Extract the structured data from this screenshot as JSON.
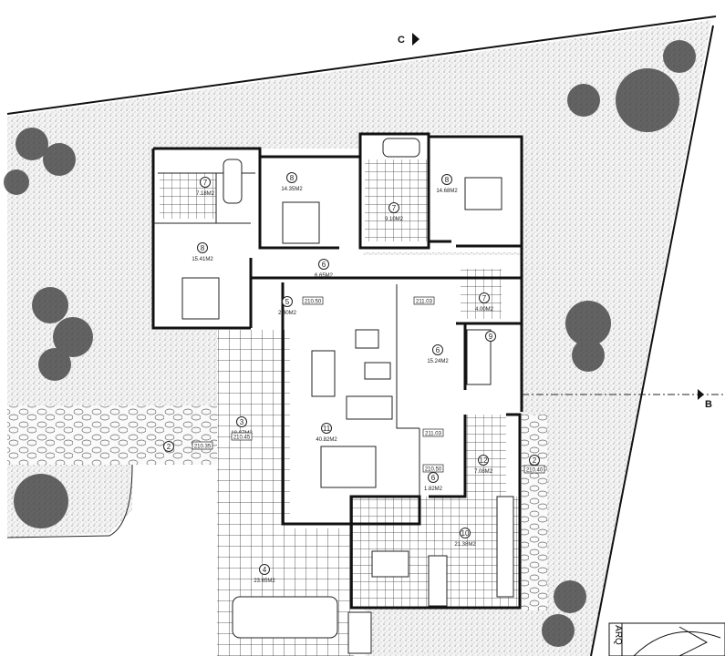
{
  "plan": {
    "section_marks": {
      "c": "C",
      "b": "B"
    },
    "title_block": "ARQ",
    "rooms": [
      {
        "number": "7",
        "area": "7.18M2"
      },
      {
        "number": "8",
        "area": "14.35M2"
      },
      {
        "number": "7",
        "area": "9.10M2"
      },
      {
        "number": "8",
        "area": "14.68M2"
      },
      {
        "number": "8",
        "area": "15.41M2"
      },
      {
        "number": "6",
        "area": "6.65M2"
      },
      {
        "number": "5",
        "area": "2.40M2"
      },
      {
        "number": "7",
        "area": "4.00M2"
      },
      {
        "number": "9",
        "area": ""
      },
      {
        "number": "6",
        "area": "15.24M2"
      },
      {
        "number": "3",
        "area": "18.87M2"
      },
      {
        "number": "11",
        "area": "40.82M2"
      },
      {
        "number": "6",
        "area": "1.82M2"
      },
      {
        "number": "12",
        "area": "7.08M2"
      },
      {
        "number": "10",
        "area": "21.38M2"
      },
      {
        "number": "4",
        "area": "23.65M2"
      },
      {
        "number": "2",
        "area": ""
      },
      {
        "number": "2",
        "area": ""
      }
    ],
    "levels": [
      "210.50",
      "211.03",
      "210.45",
      "210.35",
      "211.03",
      "210.50",
      "210.40"
    ]
  }
}
